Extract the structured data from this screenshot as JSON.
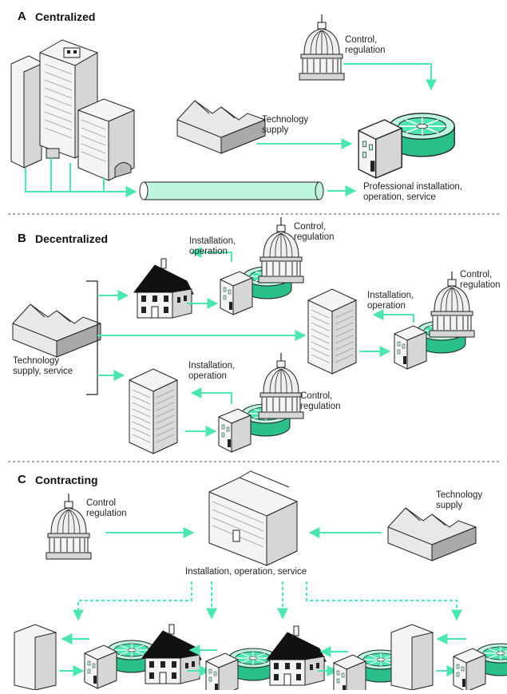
{
  "colors": {
    "accent": "#4de6b0",
    "accent_dark": "#2bbf8a",
    "line": "#222222",
    "building_light": "#f4f4f4",
    "building_mid": "#d6d6d6",
    "building_dark": "#a9a9a9",
    "divider": "#555555"
  },
  "panels": [
    {
      "letter": "A",
      "title": "Centralized",
      "labels": {
        "control": "Control,\nregulation",
        "tech": "Technology\nsupply",
        "professional": "Professional installation,\noperation, service"
      }
    },
    {
      "letter": "B",
      "title": "Decentralized",
      "labels": {
        "install_1": "Installation,\noperation",
        "control_1": "Control,\nregulation",
        "control_2": "Control,\nregulation",
        "install_2": "Installation,\noperation",
        "tech": "Technology\nsupply, service",
        "install_3": "Installation,\noperation",
        "control_3": "Control,\nregulation"
      }
    },
    {
      "letter": "C",
      "title": "Contracting",
      "labels": {
        "control": "Control\nregulation",
        "tech": "Technology\nsupply",
        "service": "Installation, operation, service"
      }
    }
  ],
  "icons": [
    "capitol-dome-icon",
    "office-tower-icon",
    "house-icon",
    "factory-icon",
    "treatment-plant-icon",
    "pipe-icon",
    "flow-arrow-icon"
  ]
}
